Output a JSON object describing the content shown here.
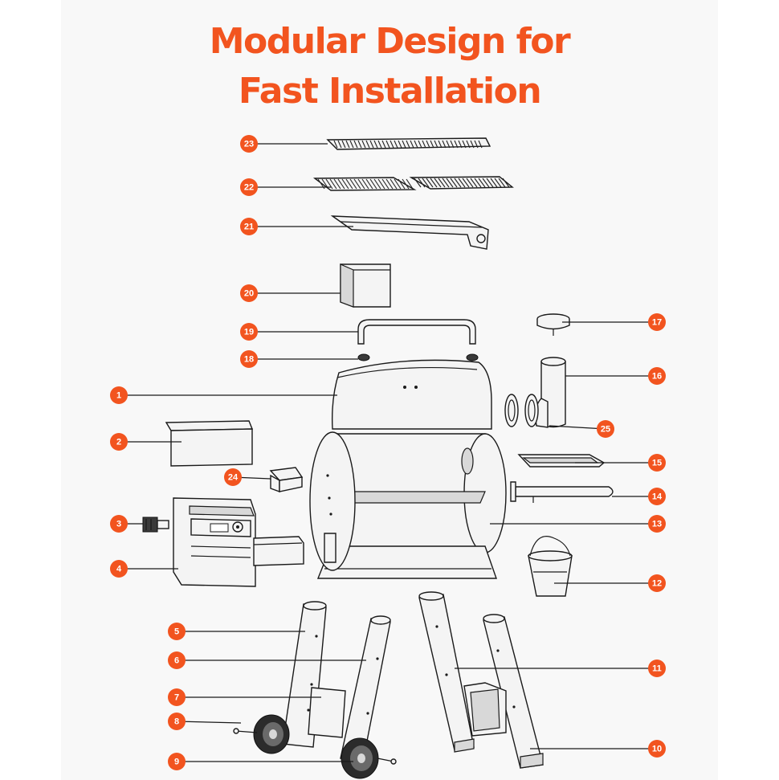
{
  "title": {
    "line1": "Modular Design for",
    "line2": "Fast Installation"
  },
  "accent_color": "#f2541f",
  "callouts": [
    "1",
    "2",
    "3",
    "4",
    "5",
    "6",
    "7",
    "8",
    "9",
    "10",
    "11",
    "12",
    "13",
    "14",
    "15",
    "16",
    "17",
    "18",
    "19",
    "20",
    "21",
    "22",
    "23",
    "24",
    "25"
  ]
}
